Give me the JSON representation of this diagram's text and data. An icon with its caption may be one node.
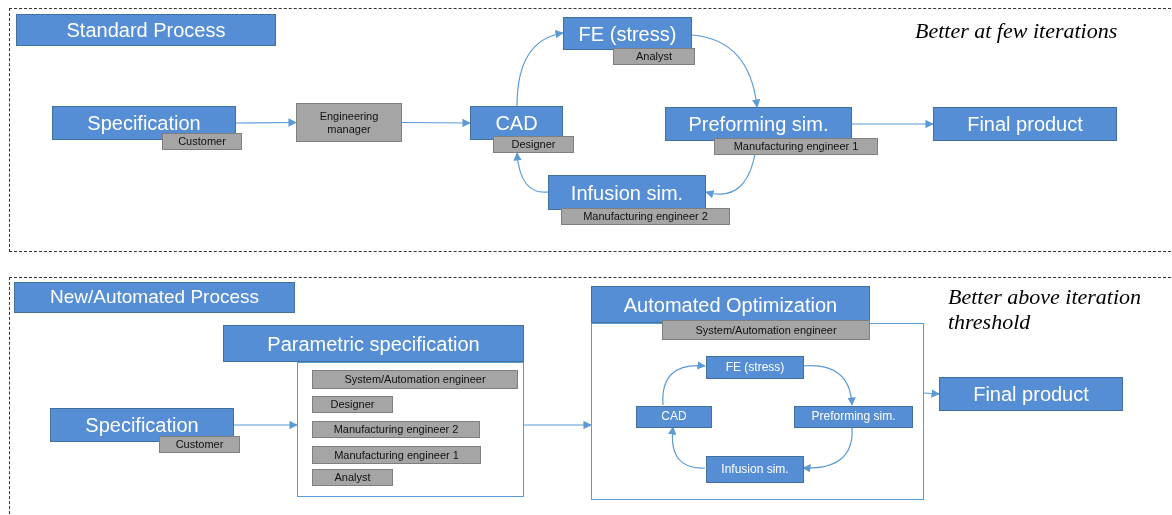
{
  "diagram": {
    "nodes": [
      {
        "text": [
          "Standard Process"
        ]
      },
      {
        "text": [
          "Specification"
        ]
      },
      {
        "text": [
          "Customer"
        ]
      },
      {
        "text": [
          "Engineering manager"
        ]
      },
      {
        "text": [
          "CAD"
        ]
      },
      {
        "text": [
          "Designer"
        ]
      },
      {
        "text": [
          "FE (stress)"
        ]
      },
      {
        "text": [
          "Analyst"
        ]
      },
      {
        "text": [
          "Preforming sim."
        ]
      },
      {
        "text": [
          "Manufacturing engineer 1"
        ]
      },
      {
        "text": [
          "Infusion sim."
        ]
      },
      {
        "text": [
          "Manufacturing engineer 2"
        ]
      },
      {
        "text": [
          "Final product"
        ]
      },
      {
        "text": [
          "New/Automated Process"
        ]
      },
      {
        "text": [
          "Specification"
        ]
      },
      {
        "text": [
          "Customer"
        ]
      },
      {
        "text": [
          "Parametric specification"
        ]
      },
      {
        "text": [],
        "shape": "box"
      },
      {
        "text": [
          "System/Automation engineer"
        ],
        "in": 17
      },
      {
        "text": [
          "Designer"
        ],
        "in": 17
      },
      {
        "text": [
          "Manufacturing engineer 2"
        ],
        "in": 17
      },
      {
        "text": [
          "Manufacturing engineer 1"
        ],
        "in": 17
      },
      {
        "text": [
          "Analyst"
        ],
        "in": 17
      },
      {
        "text": [
          "Automated Optimization"
        ]
      },
      {
        "text": [],
        "shape": "box"
      },
      {
        "text": [
          "System/Automation engineer"
        ]
      },
      {
        "text": [
          "FE (stress)"
        ],
        "in": 24
      },
      {
        "text": [
          "CAD"
        ],
        "in": 24
      },
      {
        "text": [
          "Preforming sim."
        ],
        "in": 24
      },
      {
        "text": [
          "Infusion sim."
        ],
        "in": 24
      },
      {
        "text": [
          "Final product"
        ]
      }
    ],
    "edges": [
      {
        "from": 1,
        "to": 3,
        "arrow": "to"
      },
      {
        "from": 3,
        "to": 4,
        "arrow": "to"
      },
      {
        "from": 4,
        "to": 6,
        "arrow": "to"
      },
      {
        "from": 6,
        "to": 8,
        "arrow": "to"
      },
      {
        "from": 8,
        "to": 10,
        "arrow": "to"
      },
      {
        "from": 10,
        "to": 4,
        "arrow": "to"
      },
      {
        "from": 8,
        "to": 12,
        "arrow": "to"
      },
      {
        "from": 14,
        "to": 17,
        "arrow": "to"
      },
      {
        "from": 17,
        "to": 24,
        "arrow": "to"
      },
      {
        "from": 24,
        "to": 30,
        "arrow": "to"
      },
      {
        "from": 27,
        "to": 26,
        "arrow": "to"
      },
      {
        "from": 26,
        "to": 28,
        "arrow": "to"
      },
      {
        "from": 28,
        "to": 29,
        "arrow": "to"
      },
      {
        "from": 29,
        "to": 27,
        "arrow": "to"
      }
    ],
    "labels": [
      "Better at few iterations",
      "Better above iteration threshold"
    ]
  }
}
